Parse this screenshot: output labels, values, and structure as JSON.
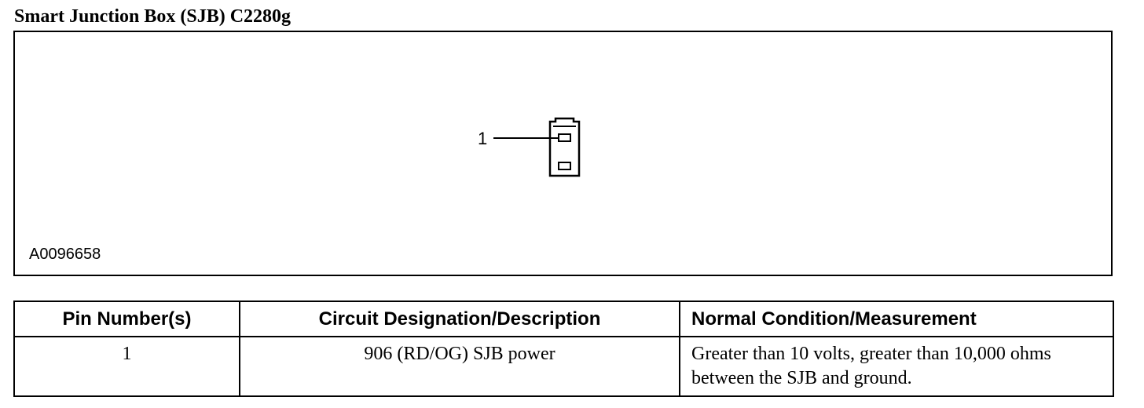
{
  "title": "Smart Junction Box (SJB) C2280g",
  "figure": {
    "id": "A0096658",
    "pin_callout": "1"
  },
  "table": {
    "headers": {
      "pin": "Pin Number(s)",
      "circuit": "Circuit Designation/Description",
      "condition": "Normal Condition/Measurement"
    },
    "rows": [
      {
        "pin": "1",
        "circuit": "906 (RD/OG) SJB power",
        "condition": "Greater than 10 volts, greater than 10,000 ohms between the SJB and ground."
      }
    ]
  }
}
